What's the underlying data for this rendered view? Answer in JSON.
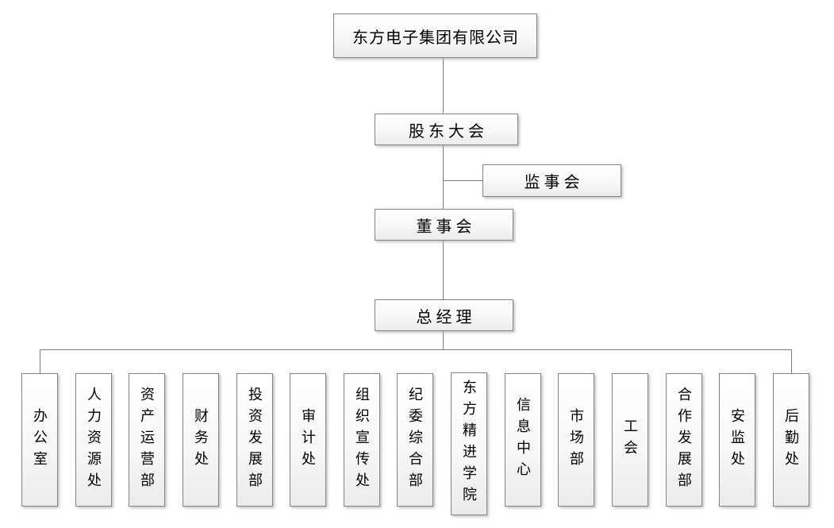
{
  "org_chart": {
    "root": {
      "label": "东方电子集团有限公司"
    },
    "shareholders_meeting": {
      "label": "股东大会"
    },
    "supervisory_board": {
      "label": "监事会"
    },
    "board_of_directors": {
      "label": "董事会"
    },
    "general_manager": {
      "label": "总经理"
    },
    "departments": [
      "办公室",
      "人力资源处",
      "资产运营部",
      "财务处",
      "投资发展部",
      "审计处",
      "组织宣传处",
      "纪委综合部",
      "东方精进学院",
      "信息中心",
      "市场部",
      "工会",
      "合作发展部",
      "安监处",
      "后勤处"
    ]
  },
  "colors": {
    "box_border": "#848484",
    "box_fill_top": "#ffffff",
    "box_fill_bottom": "#ebebeb",
    "connector_line": "#7f7f7f",
    "text": "#000000",
    "background": "#ffffff"
  }
}
